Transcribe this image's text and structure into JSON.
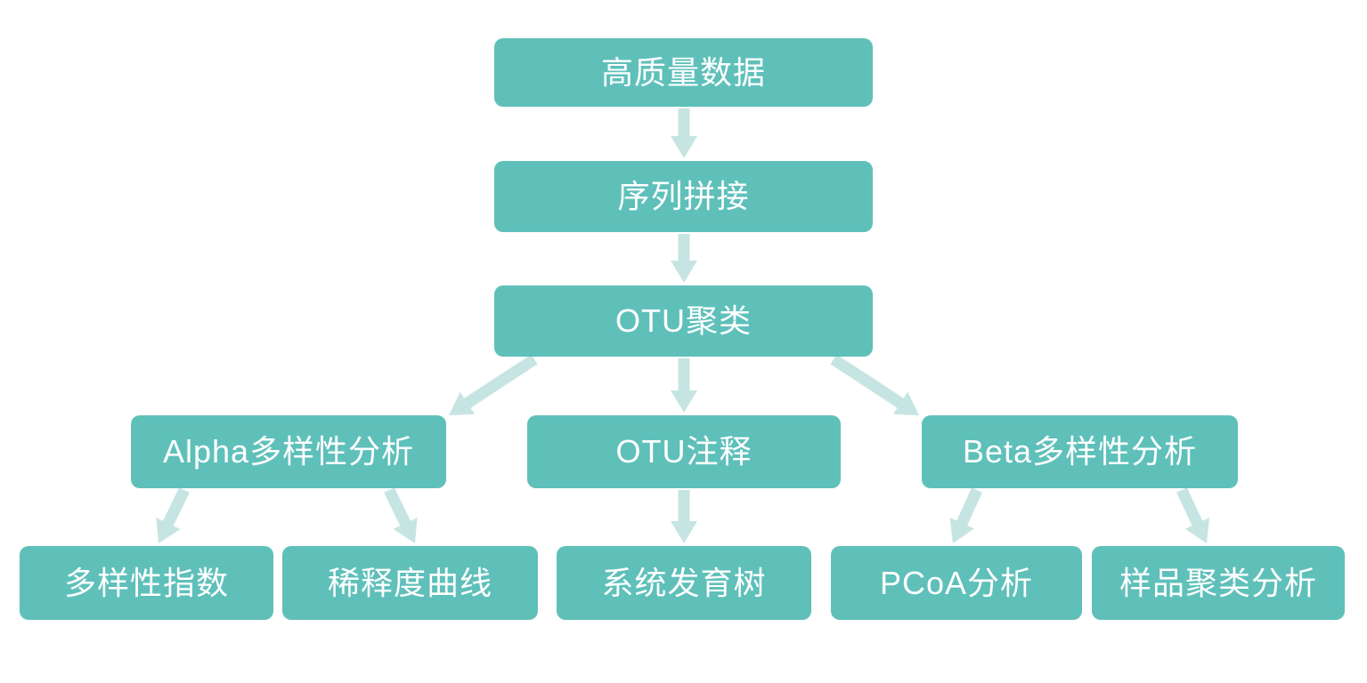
{
  "diagram": {
    "type": "flowchart",
    "description": "OTU amplicon sequencing analysis pipeline flowchart",
    "colors": {
      "node_fill": "#5FC0BA",
      "arrow_fill": "#C6E5E2",
      "text": "#FFFFFF",
      "background": "#FFFFFF"
    },
    "nodes": {
      "high_quality_data": {
        "label": "高质量数据"
      },
      "sequence_assembly": {
        "label": "序列拼接"
      },
      "otu_clustering": {
        "label": "OTU聚类"
      },
      "alpha_diversity": {
        "label": "Alpha多样性分析"
      },
      "otu_annotation": {
        "label": "OTU注释"
      },
      "beta_diversity": {
        "label": "Beta多样性分析"
      },
      "diversity_index": {
        "label": "多样性指数"
      },
      "rarefaction_curve": {
        "label": "稀释度曲线"
      },
      "phylogenetic_tree": {
        "label": "系统发育树"
      },
      "pcoa_analysis": {
        "label": "PCoA分析"
      },
      "sample_clustering": {
        "label": "样品聚类分析"
      }
    },
    "edges": [
      {
        "from": "高质量数据",
        "to": "序列拼接"
      },
      {
        "from": "序列拼接",
        "to": "OTU聚类"
      },
      {
        "from": "OTU聚类",
        "to": "Alpha多样性分析"
      },
      {
        "from": "OTU聚类",
        "to": "OTU注释"
      },
      {
        "from": "OTU聚类",
        "to": "Beta多样性分析"
      },
      {
        "from": "Alpha多样性分析",
        "to": "多样性指数"
      },
      {
        "from": "Alpha多样性分析",
        "to": "稀释度曲线"
      },
      {
        "from": "OTU注释",
        "to": "系统发育树"
      },
      {
        "from": "Beta多样性分析",
        "to": "PCoA分析"
      },
      {
        "from": "Beta多样性分析",
        "to": "样品聚类分析"
      }
    ]
  }
}
